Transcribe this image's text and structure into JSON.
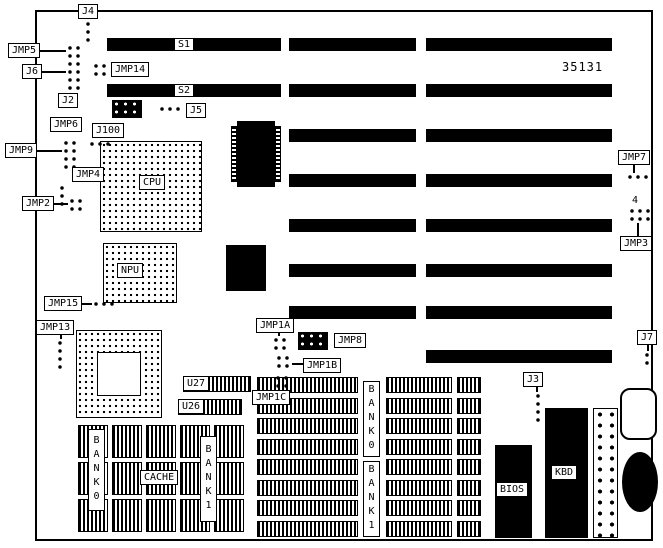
{
  "board": {
    "part_number": "35131",
    "slots": {
      "s1": "S1",
      "s2": "S2"
    },
    "chips": {
      "cpu": "CPU",
      "npu": "NPU",
      "u27": "U27",
      "u26": "U26",
      "cache": "CACHE",
      "cache_bank0": "BANK0",
      "cache_bank1": "BANK1",
      "dram_bank0": "BANK0",
      "dram_bank1": "BANK1",
      "bios": "BIOS",
      "kbd": "KBD"
    },
    "jumpers": {
      "j2": "J2",
      "j3": "J3",
      "j4": "J4",
      "j5": "J5",
      "j6": "J6",
      "j7": "J7",
      "j100": "J100",
      "jmp1a": "JMP1A",
      "jmp1b": "JMP1B",
      "jmp1c": "JMP1C",
      "jmp2": "JMP2",
      "jmp3": "JMP3",
      "jmp4": "JMP4",
      "jmp5": "JMP5",
      "jmp6": "JMP6",
      "jmp7": "JMP7",
      "jmp8": "JMP8",
      "jmp9": "JMP9",
      "jmp13": "JMP13",
      "jmp14": "JMP14",
      "jmp15": "JMP15",
      "pin4_label": "4"
    }
  }
}
